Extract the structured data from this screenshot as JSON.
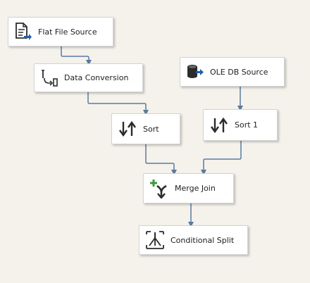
{
  "canvas": {
    "background": "#f5f2ec",
    "connector_color": "#5a7aa0"
  },
  "nodes": {
    "flat_file_source": {
      "label": "Flat File Source",
      "icon": "flat-file-source-icon"
    },
    "data_conversion": {
      "label": "Data Conversion",
      "icon": "data-conversion-icon"
    },
    "ole_db_source": {
      "label": "OLE DB Source",
      "icon": "ole-db-source-icon"
    },
    "sort": {
      "label": "Sort",
      "icon": "sort-icon"
    },
    "sort_1": {
      "label": "Sort 1",
      "icon": "sort-icon"
    },
    "merge_join": {
      "label": "Merge Join",
      "icon": "merge-join-icon"
    },
    "conditional_split": {
      "label": "Conditional Split",
      "icon": "conditional-split-icon"
    }
  }
}
